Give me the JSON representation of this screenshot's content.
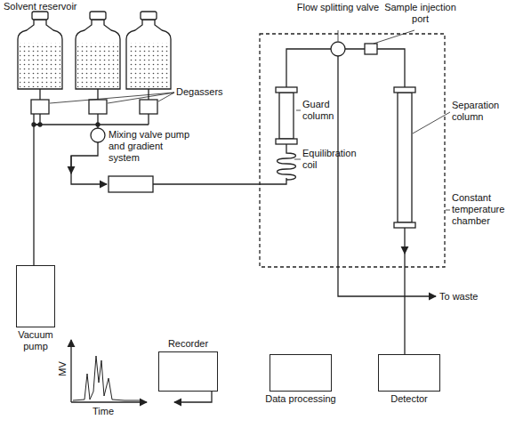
{
  "diagram": {
    "nodes": [
      {
        "text": [
          "Vacuum pump"
        ]
      },
      {
        "text": [
          "Recorder"
        ]
      },
      {
        "text": [
          "Data processing"
        ]
      },
      {
        "text": [
          "Detector"
        ]
      }
    ],
    "labels": [
      "Solvent reservoir",
      "Degassers",
      "Flow splitting valve",
      "Sample injection port",
      "Guard column",
      "Equilibration coil",
      "Mixing valve pump and gradient system",
      "Separation column",
      "Constant temperature chamber",
      "To waste",
      "MV",
      "Time"
    ]
  }
}
